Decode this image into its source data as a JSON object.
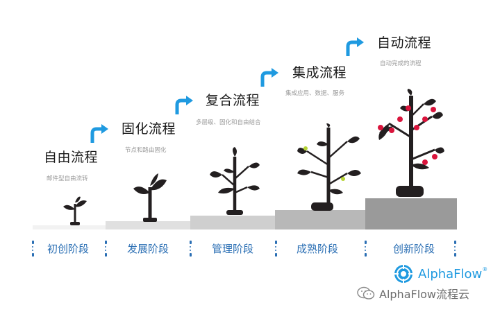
{
  "stages": [
    {
      "title": "自由流程",
      "subtitle": "邮件型自由流转",
      "phase": "初创阶段"
    },
    {
      "title": "固化流程",
      "subtitle": "节点和路由固化",
      "phase": "发展阶段"
    },
    {
      "title": "复合流程",
      "subtitle": "多层级、固化和自由结合",
      "phase": "管理阶段"
    },
    {
      "title": "集成流程",
      "subtitle": "集成应用、数据、服务",
      "phase": "成熟阶段"
    },
    {
      "title": "自动流程",
      "subtitle": "自动完成的流程",
      "phase": "创新阶段"
    }
  ],
  "brand": {
    "name": "AlphaFlow",
    "registered": "®"
  },
  "watermark": {
    "text": "AlphaFlow流程云"
  },
  "colors": {
    "accent": "#1f9ae0",
    "phase_text": "#2b6fb4",
    "plant": "#231f20",
    "fruit": "#d9143c",
    "bud": "#b5d334",
    "steps": [
      "#f2f2f2",
      "#e0e0e0",
      "#cfcfcf",
      "#b8b8b8",
      "#9a9a9a"
    ]
  }
}
